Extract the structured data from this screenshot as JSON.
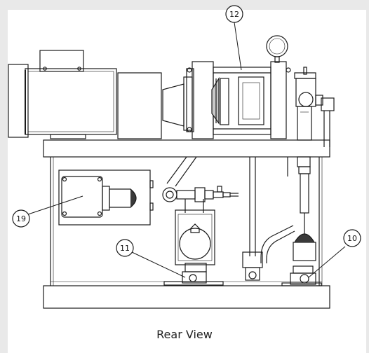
{
  "caption": "Rear View",
  "callouts": [
    {
      "id": "c12",
      "label": "12"
    },
    {
      "id": "c19",
      "label": "19"
    },
    {
      "id": "c11",
      "label": "11"
    },
    {
      "id": "c10",
      "label": "10"
    }
  ],
  "colors": {
    "line": "#1a1a1a",
    "fill_gray": "#c8c8c8",
    "fill_dark": "#3a3a3a"
  }
}
